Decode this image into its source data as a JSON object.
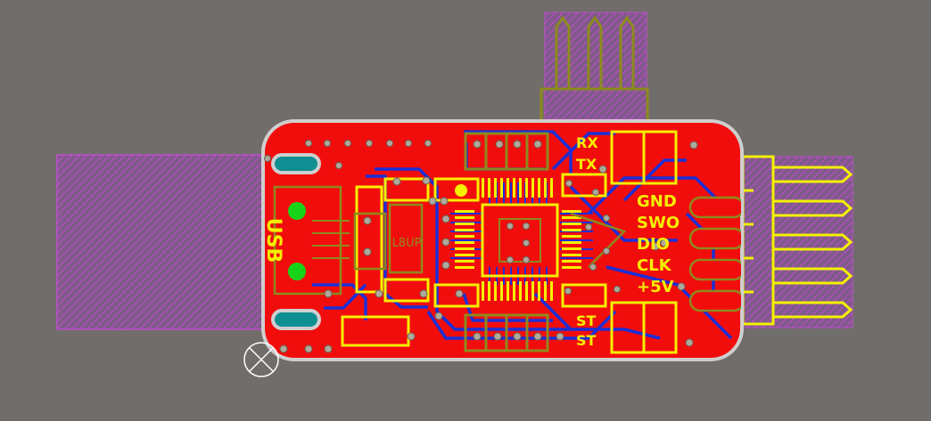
{
  "board": {
    "colors": {
      "background": "#716d6b",
      "copper_top": "#f20d0d",
      "copper_bottom": "#1b2fd6",
      "silkscreen": "#f4f000",
      "overlay": "#8d8a1e",
      "keepout": "#b640c0",
      "pad": "#b0a99a",
      "outline": "#d8d8d8",
      "via_green": "#18d418",
      "slot": "#108f92"
    },
    "usb_label": "USB",
    "chip_marking": "L8UP",
    "top_header": {
      "labels": [
        "RX",
        "TX"
      ],
      "pins": 3
    },
    "bottom_header": {
      "labels": [
        "ST",
        "ST"
      ]
    },
    "swd_header": {
      "labels": [
        "GND",
        "SWO",
        "DIO",
        "CLK",
        "+5V"
      ],
      "pins": 5
    }
  }
}
